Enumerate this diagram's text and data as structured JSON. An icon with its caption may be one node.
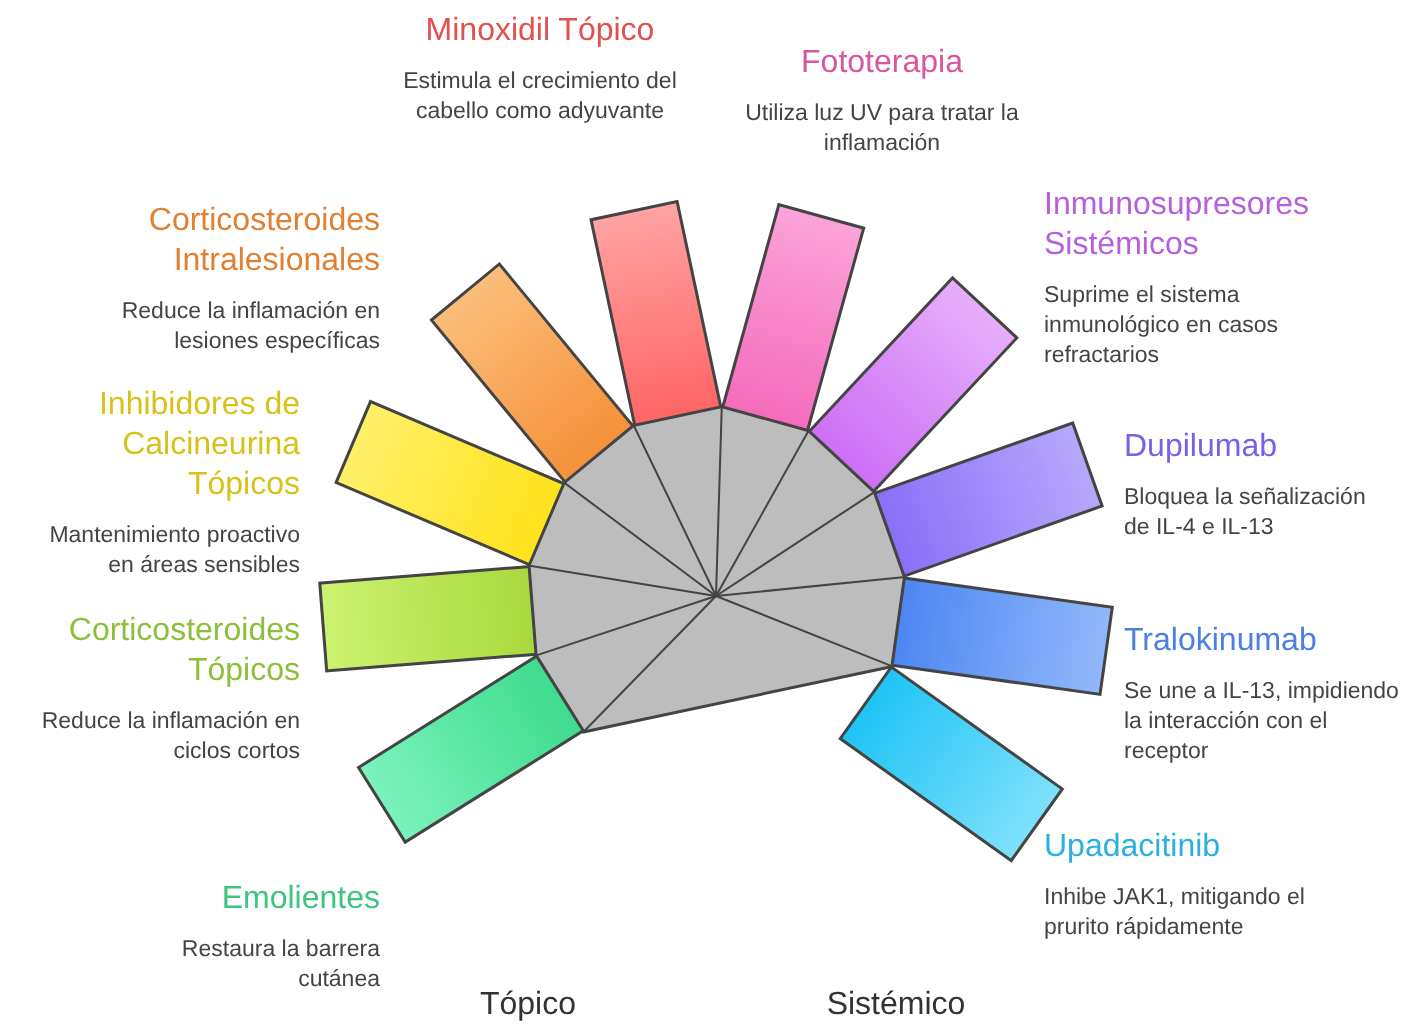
{
  "diagram": {
    "nodes": [
      {
        "text": [],
        "shape": "bar",
        "beside": [
          "Emolientes",
          "Restaura la barrera cutánea"
        ]
      },
      {
        "text": [],
        "shape": "bar",
        "beside": [
          "Corticosteroides Tópicos",
          "Reduce la inflamación en ciclos cortos"
        ]
      },
      {
        "text": [],
        "shape": "bar",
        "beside": [
          "Inhibidores de Calcineurina Tópicos",
          "Mantenimiento proactivo en áreas sensibles"
        ]
      },
      {
        "text": [],
        "shape": "bar",
        "beside": [
          "Corticosteroides Intralesionales",
          "Reduce la inflamación en lesiones específicas"
        ]
      },
      {
        "text": [],
        "shape": "bar",
        "beside": [
          "Minoxidil Tópico",
          "Estimula el crecimiento del cabello como adyuvante"
        ]
      },
      {
        "text": [],
        "shape": "bar",
        "beside": [
          "Fototerapia",
          "Utiliza luz UV para tratar la inflamación"
        ]
      },
      {
        "text": [],
        "shape": "bar",
        "beside": [
          "Inmunosupresores Sistémicos",
          "Suprime el sistema inmunológico en casos refractarios"
        ]
      },
      {
        "text": [],
        "shape": "bar",
        "beside": [
          "Dupilumab",
          "Bloquea la señalización de IL-4 e IL-13"
        ]
      },
      {
        "text": [],
        "shape": "bar",
        "beside": [
          "Tralokinumab",
          "Se une a IL-13, impidiendo la interacción con el receptor"
        ]
      },
      {
        "text": [],
        "shape": "bar",
        "beside": [
          "Upadacitinib",
          "Inhibe JAK1, mitigando el prurito rápidamente"
        ]
      }
    ],
    "labels": [
      "Tópico",
      "Sistémico"
    ]
  }
}
